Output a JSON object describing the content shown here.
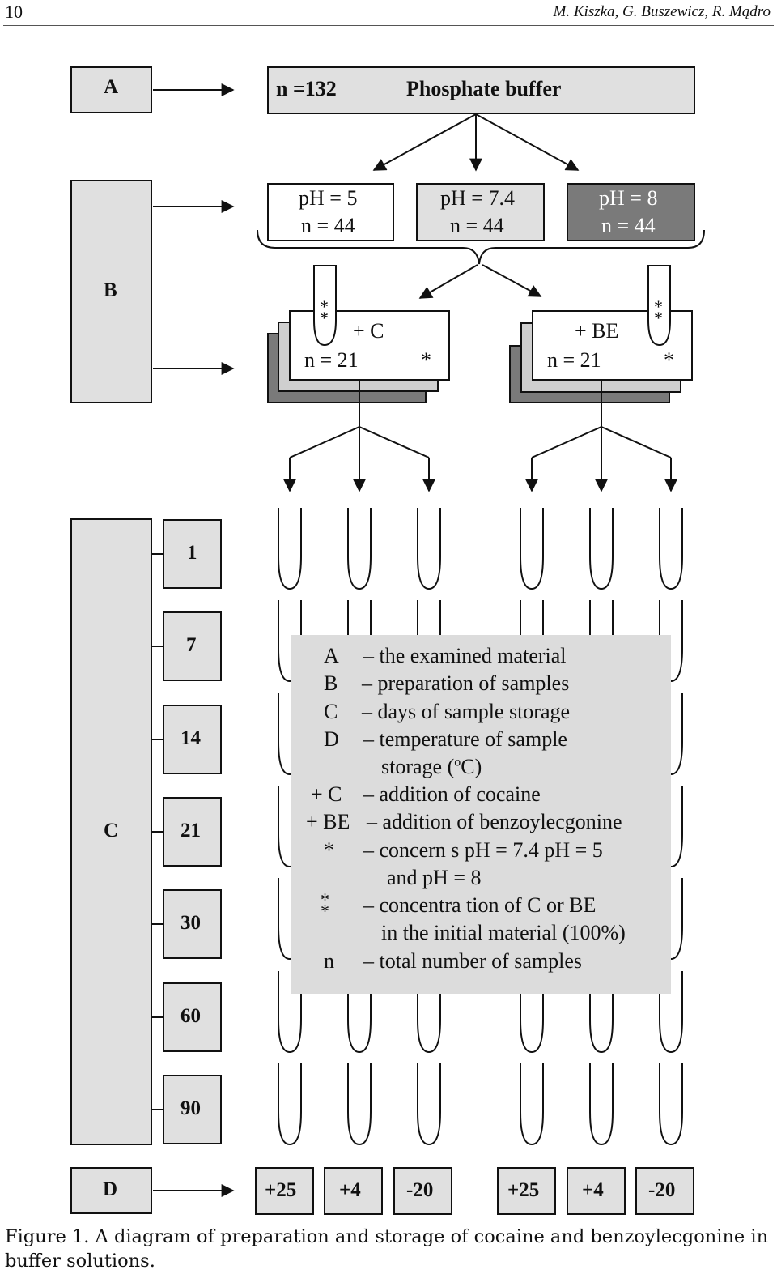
{
  "header": {
    "page_number": "10",
    "authors": "M. Kiszka, G. Buszewicz, R. Mądro"
  },
  "stage_labels": {
    "A": "A",
    "B": "B",
    "C": "C",
    "D": "D"
  },
  "phosphate": {
    "n": "n =132",
    "name": "Phosphate buffer"
  },
  "ph_boxes": [
    {
      "ph": "pH = 5",
      "n": "n = 44"
    },
    {
      "ph": "pH = 7.4",
      "n": "n = 44"
    },
    {
      "ph": "pH = 8",
      "n": "n = 44"
    }
  ],
  "additions": [
    {
      "label": "+ C",
      "n": "n = 21",
      "star": "*",
      "dstar": "*\n*"
    },
    {
      "label": "+ BE",
      "n": "n = 21",
      "star": "*",
      "dstar": "*\n*"
    }
  ],
  "days": [
    "1",
    "7",
    "14",
    "21",
    "30",
    "60",
    "90"
  ],
  "temperatures": [
    "+25",
    "+4",
    "-20",
    "+25",
    "+4",
    "-20"
  ],
  "legend": [
    {
      "key": "A",
      "text": "– the examined material"
    },
    {
      "key": "B",
      "text": "– preparation of samples"
    },
    {
      "key": "C",
      "text": "– days of sample storage"
    },
    {
      "key": "D",
      "text": "– temperature of sample"
    },
    {
      "key": "",
      "text": "storage (oC)"
    },
    {
      "key": "+ C",
      "text": "– addition of cocaine"
    },
    {
      "key": "+ BE",
      "text": "– addition of benzoylecgonine"
    },
    {
      "key": "*",
      "text": "–  concern  s pH = 7.4  pH = 5"
    },
    {
      "key": "",
      "text": "and pH = 8"
    },
    {
      "key": "*\n*",
      "text": "– concentra tion of C or BE"
    },
    {
      "key": "",
      "text": "in the initial material (100%)"
    },
    {
      "key": "n",
      "text": "– total number of samples"
    }
  ],
  "caption": "Figure 1. A diagram of preparation and storage of cocaine and benzoylecgonine in buffer solutions.",
  "colors": {
    "box_fill": "#e0e0e0",
    "dark_fill": "#7a7a7a",
    "legend_fill": "#dcdcdc",
    "line": "#111111"
  }
}
